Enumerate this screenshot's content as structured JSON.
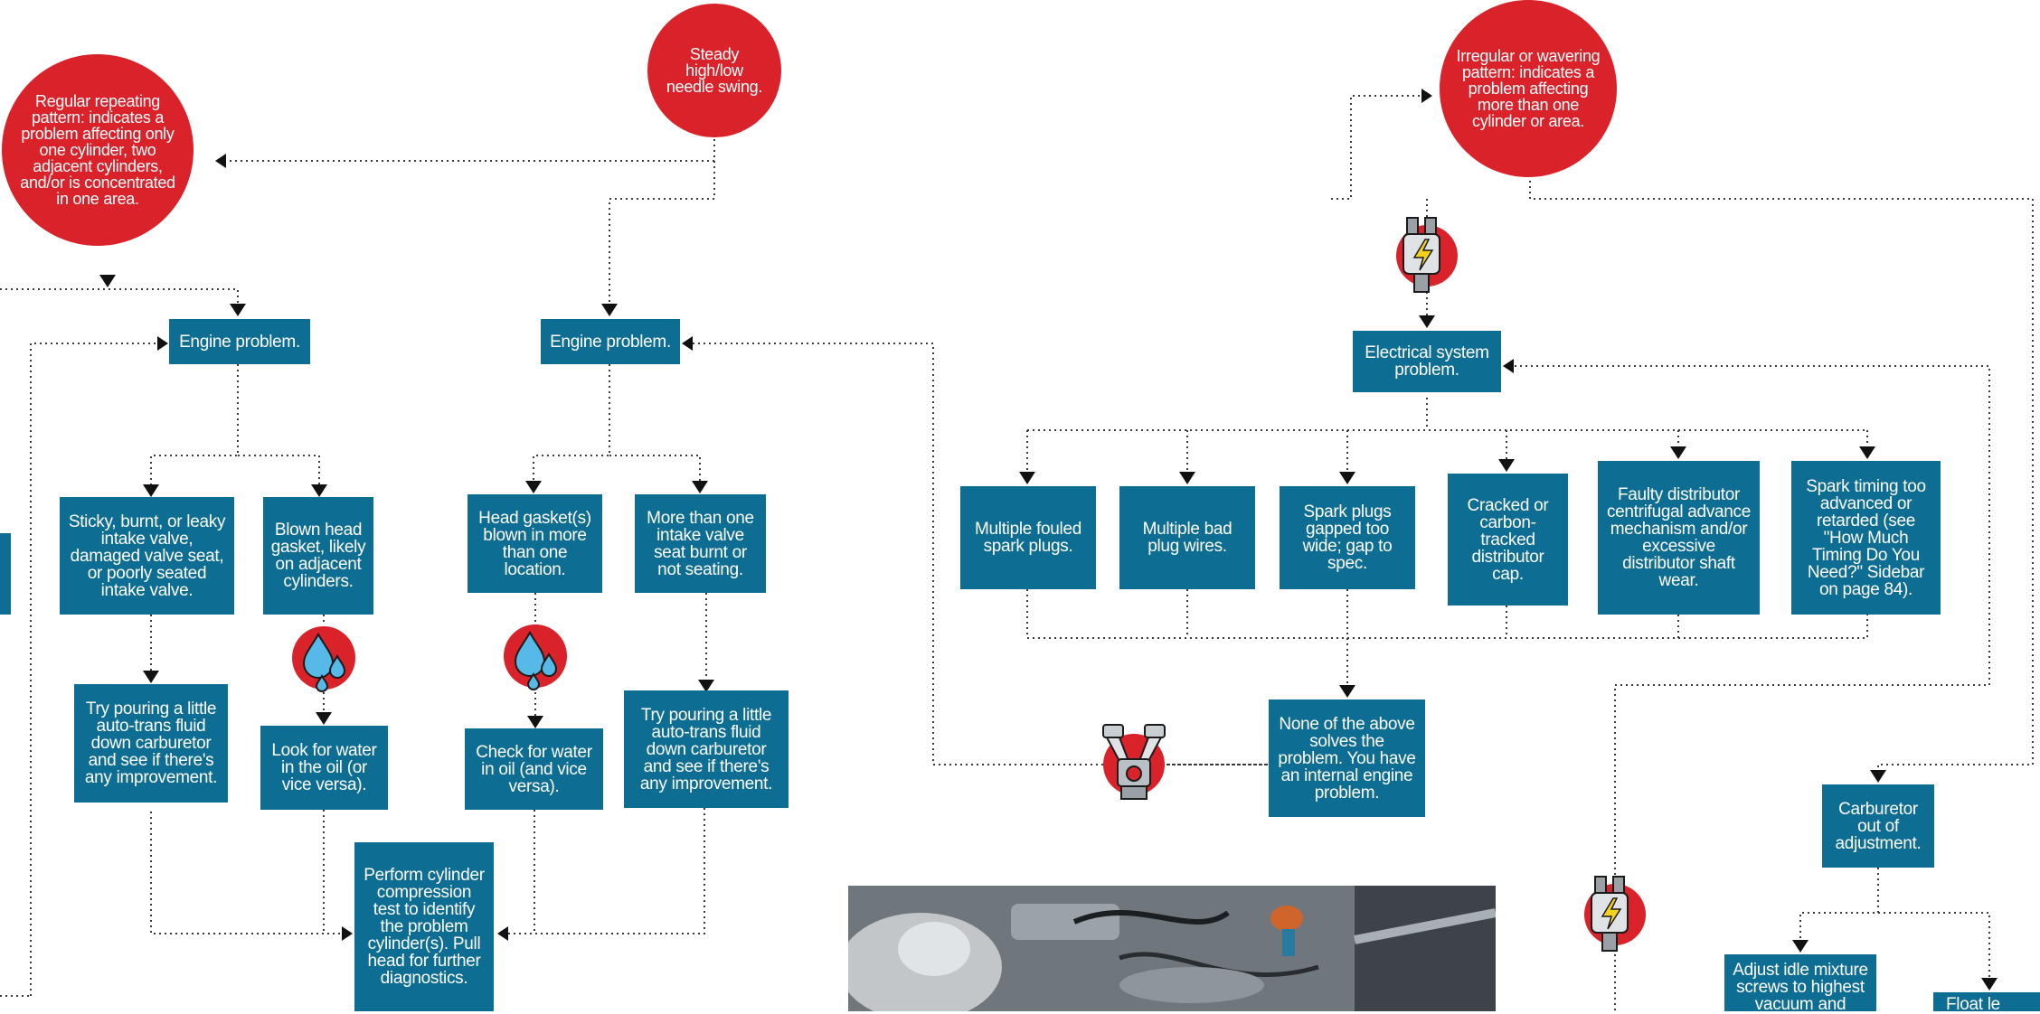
{
  "colors": {
    "box": "#0d6d93",
    "circle": "#d9222a",
    "connector": "#3a3a3a"
  },
  "patterns": {
    "steady": "Steady high/low needle swing.",
    "regular": "Regular repeating pattern: indicates a problem affecting only one cylinder, two adjacent cylinders, and/or is concentrated in one area.",
    "irregular": "Irregular or wavering pattern: indicates a problem affecting more than one cylinder or area."
  },
  "left_branch": {
    "engine_problem": "Engine problem.",
    "intake_valve": "Sticky, burnt, or leaky intake valve, damaged valve seat, or poorly seated intake valve.",
    "blown_head_gasket": "Blown head gasket, likely on adjacent cylinders.",
    "try_fluid": "Try pouring a little auto-trans fluid down carburetor and see if there's any improvement.",
    "look_water": "Look for water in the oil (or vice versa)."
  },
  "middle_branch": {
    "engine_problem": "Engine problem.",
    "head_gaskets": "Head gasket(s) blown in more than one location.",
    "multiple_valves": "More than one intake valve seat burnt or not seating.",
    "check_water": "Check for water in oil (and vice versa).",
    "try_fluid": "Try pouring a little auto-trans fluid down carburetor and see if there's any improvement."
  },
  "compression_test": "Perform cylinder compression test to identify the problem cylinder(s). Pull head for further diagnostics.",
  "electrical": {
    "title": "Electrical system problem.",
    "causes": [
      "Multiple fouled spark plugs.",
      "Multiple bad plug wires.",
      "Spark plugs gapped too wide; gap to spec.",
      "Cracked or carbon-tracked distributor cap.",
      "Faulty distributor centrifugal advance mechanism and/or excessive distributor shaft wear.",
      "Spark timing too advanced or retarded (see \"How Much Timing Do You Need?\" Sidebar on page 84)."
    ],
    "none_solves": "None of the above solves the problem. You have an internal engine problem."
  },
  "carburetor": {
    "title": "Carburetor out of adjustment.",
    "adjust_mixture": "Adjust idle mixture screws to highest vacuum and",
    "partial_right": "Float le"
  },
  "icons": [
    "water-drops-icon",
    "spark-plug-icon",
    "engine-icon",
    "photo-engine-bay"
  ]
}
